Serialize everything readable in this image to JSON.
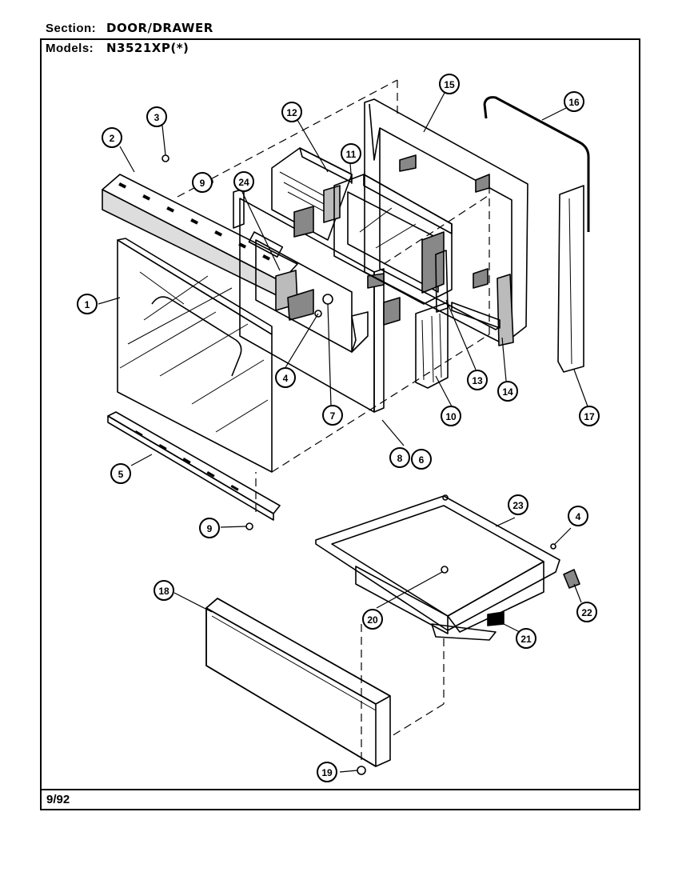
{
  "header": {
    "section_label": "Section:",
    "section_value": "DOOR/DRAWER",
    "models_label": "Models:",
    "models_value": "N3521XP(*)"
  },
  "footer": {
    "date": "9/92"
  },
  "callouts": [
    "1",
    "2",
    "3",
    "4",
    "4",
    "5",
    "6",
    "7",
    "8",
    "9",
    "9",
    "10",
    "11",
    "12",
    "13",
    "14",
    "15",
    "16",
    "17",
    "18",
    "19",
    "20",
    "21",
    "22",
    "23",
    "24"
  ]
}
